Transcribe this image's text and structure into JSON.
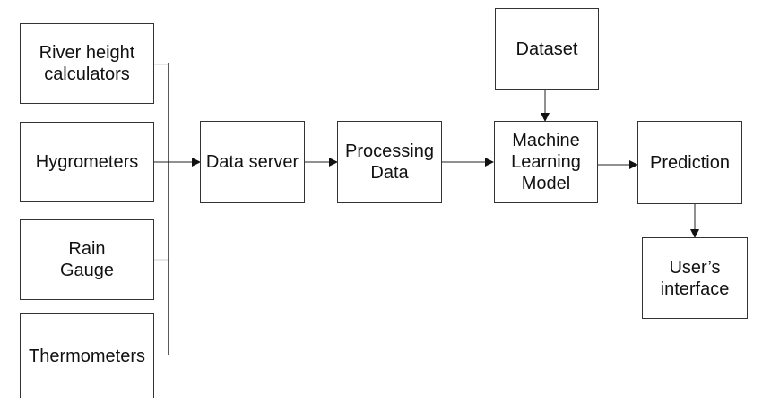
{
  "nodes": {
    "river_height_calculators": "River height\ncalculators",
    "hygrometers": "Hygrometers",
    "rain_gauge": "Rain\nGauge",
    "thermometers": "Thermometers",
    "data_server": "Data server",
    "processing_data": "Processing\nData",
    "dataset": "Dataset",
    "ml_model": "Machine\nLearning\nModel",
    "prediction": "Prediction",
    "users_interface": "User’s\ninterface"
  },
  "edges": [
    {
      "from": "sensor_bus",
      "to": "data_server"
    },
    {
      "from": "data_server",
      "to": "processing_data"
    },
    {
      "from": "processing_data",
      "to": "ml_model"
    },
    {
      "from": "dataset",
      "to": "ml_model"
    },
    {
      "from": "ml_model",
      "to": "prediction"
    },
    {
      "from": "prediction",
      "to": "users_interface"
    }
  ]
}
